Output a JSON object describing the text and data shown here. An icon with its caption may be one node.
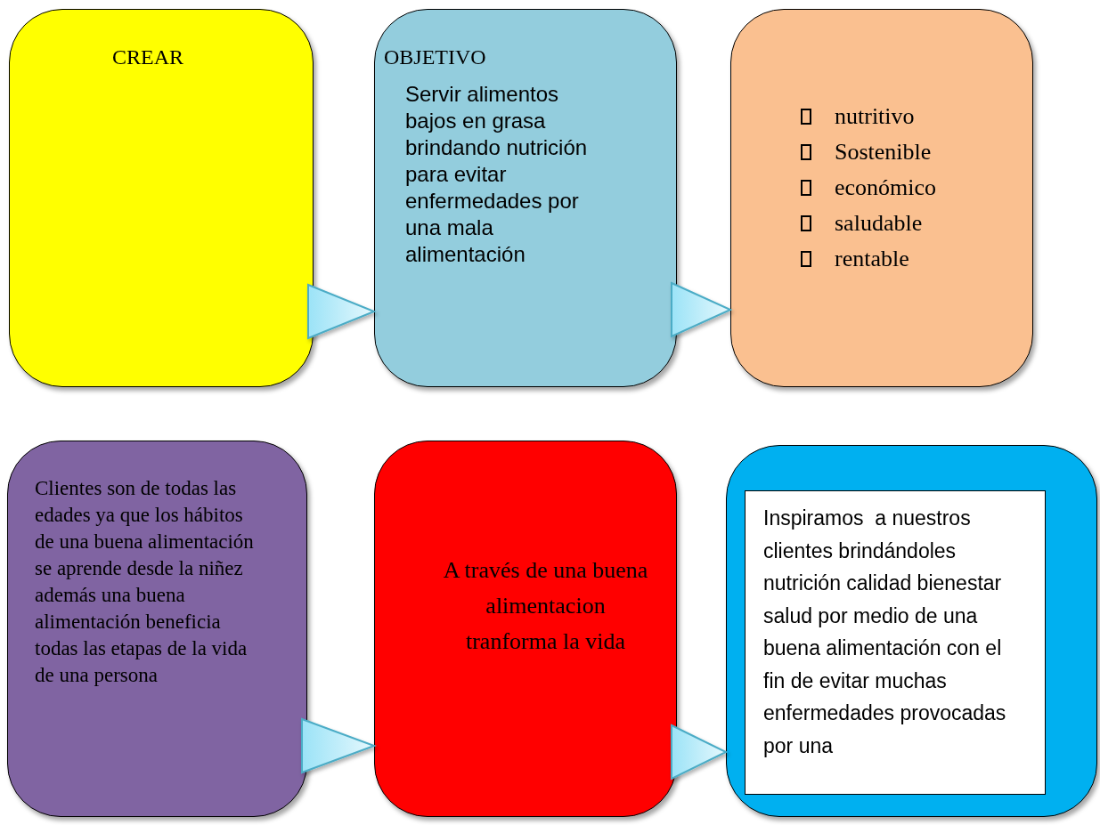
{
  "diagram": {
    "nodes": [
      {
        "text": [
          "CREAR"
        ]
      },
      {
        "text": [
          "OBJETIVO",
          "Servir alimentos bajos en grasa brindando nutrición para evitar enfermedades por una mala alimentación"
        ]
      },
      {
        "text": [
          "nutritivo",
          "Sostenible",
          "económico",
          "saludable",
          "rentable"
        ]
      },
      {
        "text": [
          "Clientes son de todas las edades ya que los hábitos de una buena alimentación se aprende desde la niñez además una buena alimentación beneficia todas las etapas de la vida de una persona"
        ]
      },
      {
        "text": [
          "A través de una buena alimentacion tranforma la vida"
        ]
      },
      {
        "text": [],
        "shape": "box"
      },
      {
        "text": [
          "Inspiramos  a nuestros clientes brindándoles nutrición calidad bienestar salud por medio de una buena alimentación con el fin de evitar muchas enfermedades provocadas por una"
        ],
        "in": 5
      }
    ],
    "edges": [
      {
        "from": 0,
        "to": 1,
        "arrow": "to"
      },
      {
        "from": 1,
        "to": 2,
        "arrow": "to"
      },
      {
        "from": 3,
        "to": 4,
        "arrow": "to"
      },
      {
        "from": 4,
        "to": 5,
        "arrow": "to"
      }
    ]
  }
}
